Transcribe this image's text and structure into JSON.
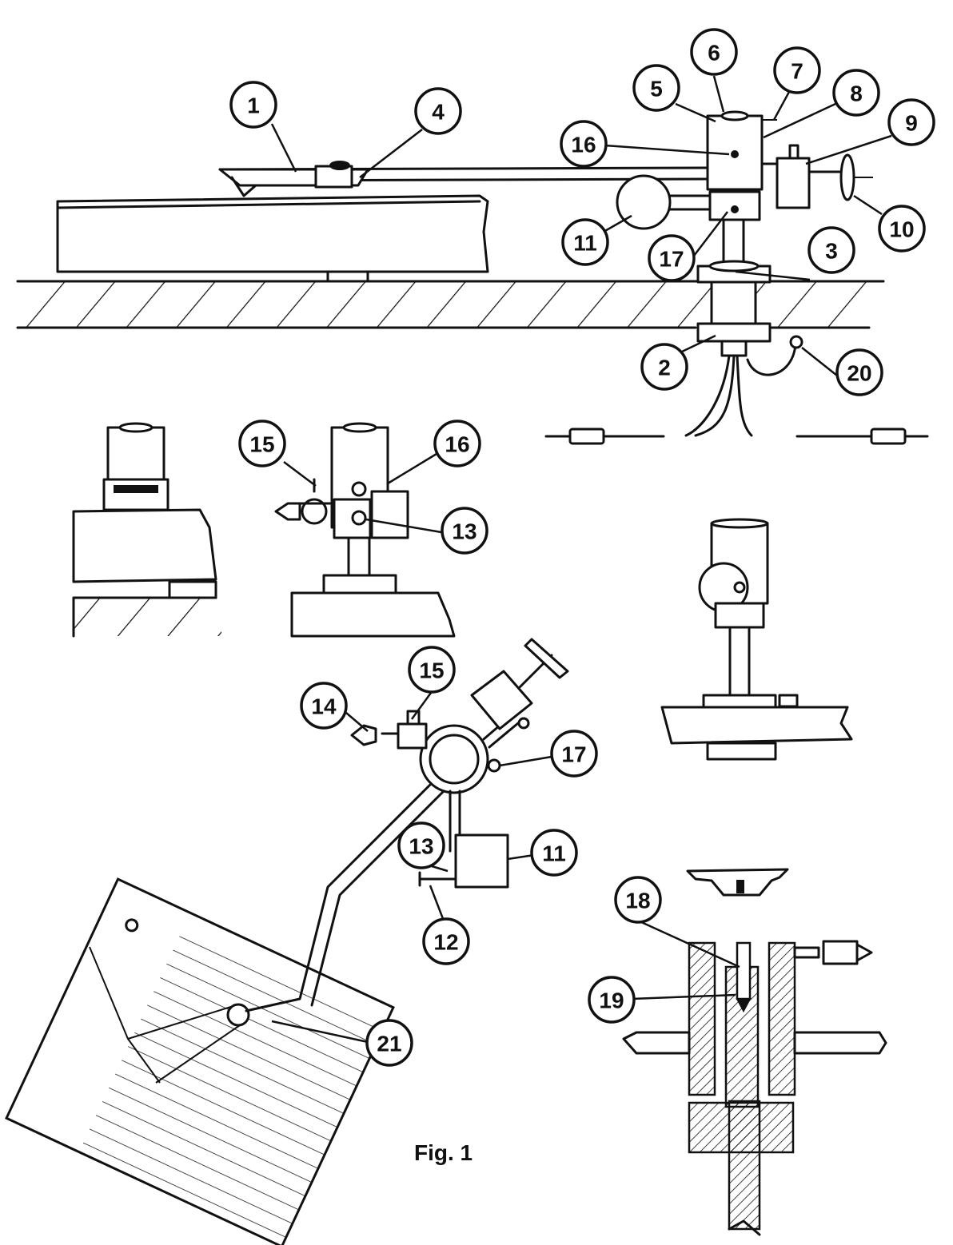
{
  "caption": "Fig. 1",
  "callouts": [
    "1",
    "2",
    "3",
    "4",
    "5",
    "6",
    "7",
    "8",
    "9",
    "10",
    "11",
    "16",
    "17",
    "20",
    "15",
    "16",
    "13",
    "14",
    "15",
    "17",
    "13",
    "11",
    "12",
    "18",
    "19",
    "21"
  ],
  "colors": {
    "ink": "#111111",
    "paper": "#ffffff"
  }
}
